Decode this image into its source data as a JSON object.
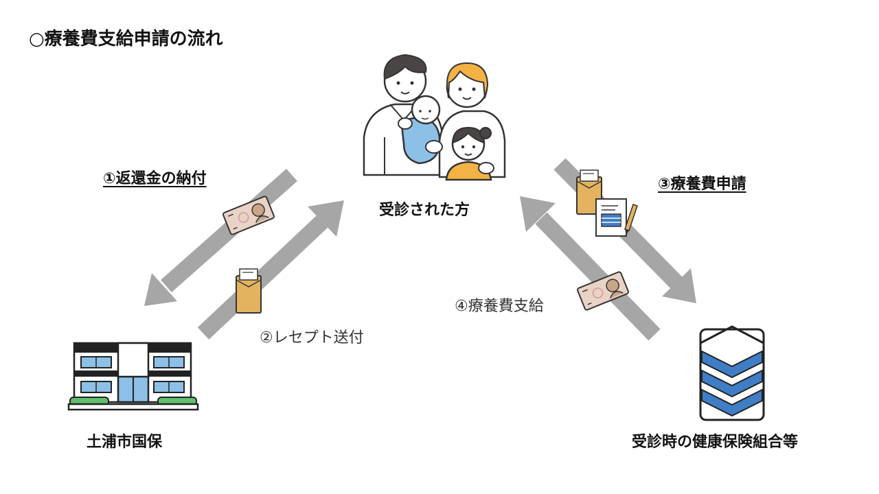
{
  "title": "○療養費支給申請の流れ",
  "nodes": {
    "patient": "受診された方",
    "city_insurance": "土浦市国保",
    "health_insurance": "受診時の健康保険組合等"
  },
  "steps": {
    "step1": "①返還金の納付",
    "step2": "②レセプト送付",
    "step3": "③療養費申請",
    "step4": "④療養費支給"
  },
  "colors": {
    "arrow": "#a6a6a6",
    "accent_blue": "#3f7ec6",
    "light_blue": "#8cc0e6",
    "envelope": "#e3b35f",
    "hair_dark": "#4a4545",
    "hair_orange": "#f2b344",
    "green": "#5fbf6c"
  }
}
